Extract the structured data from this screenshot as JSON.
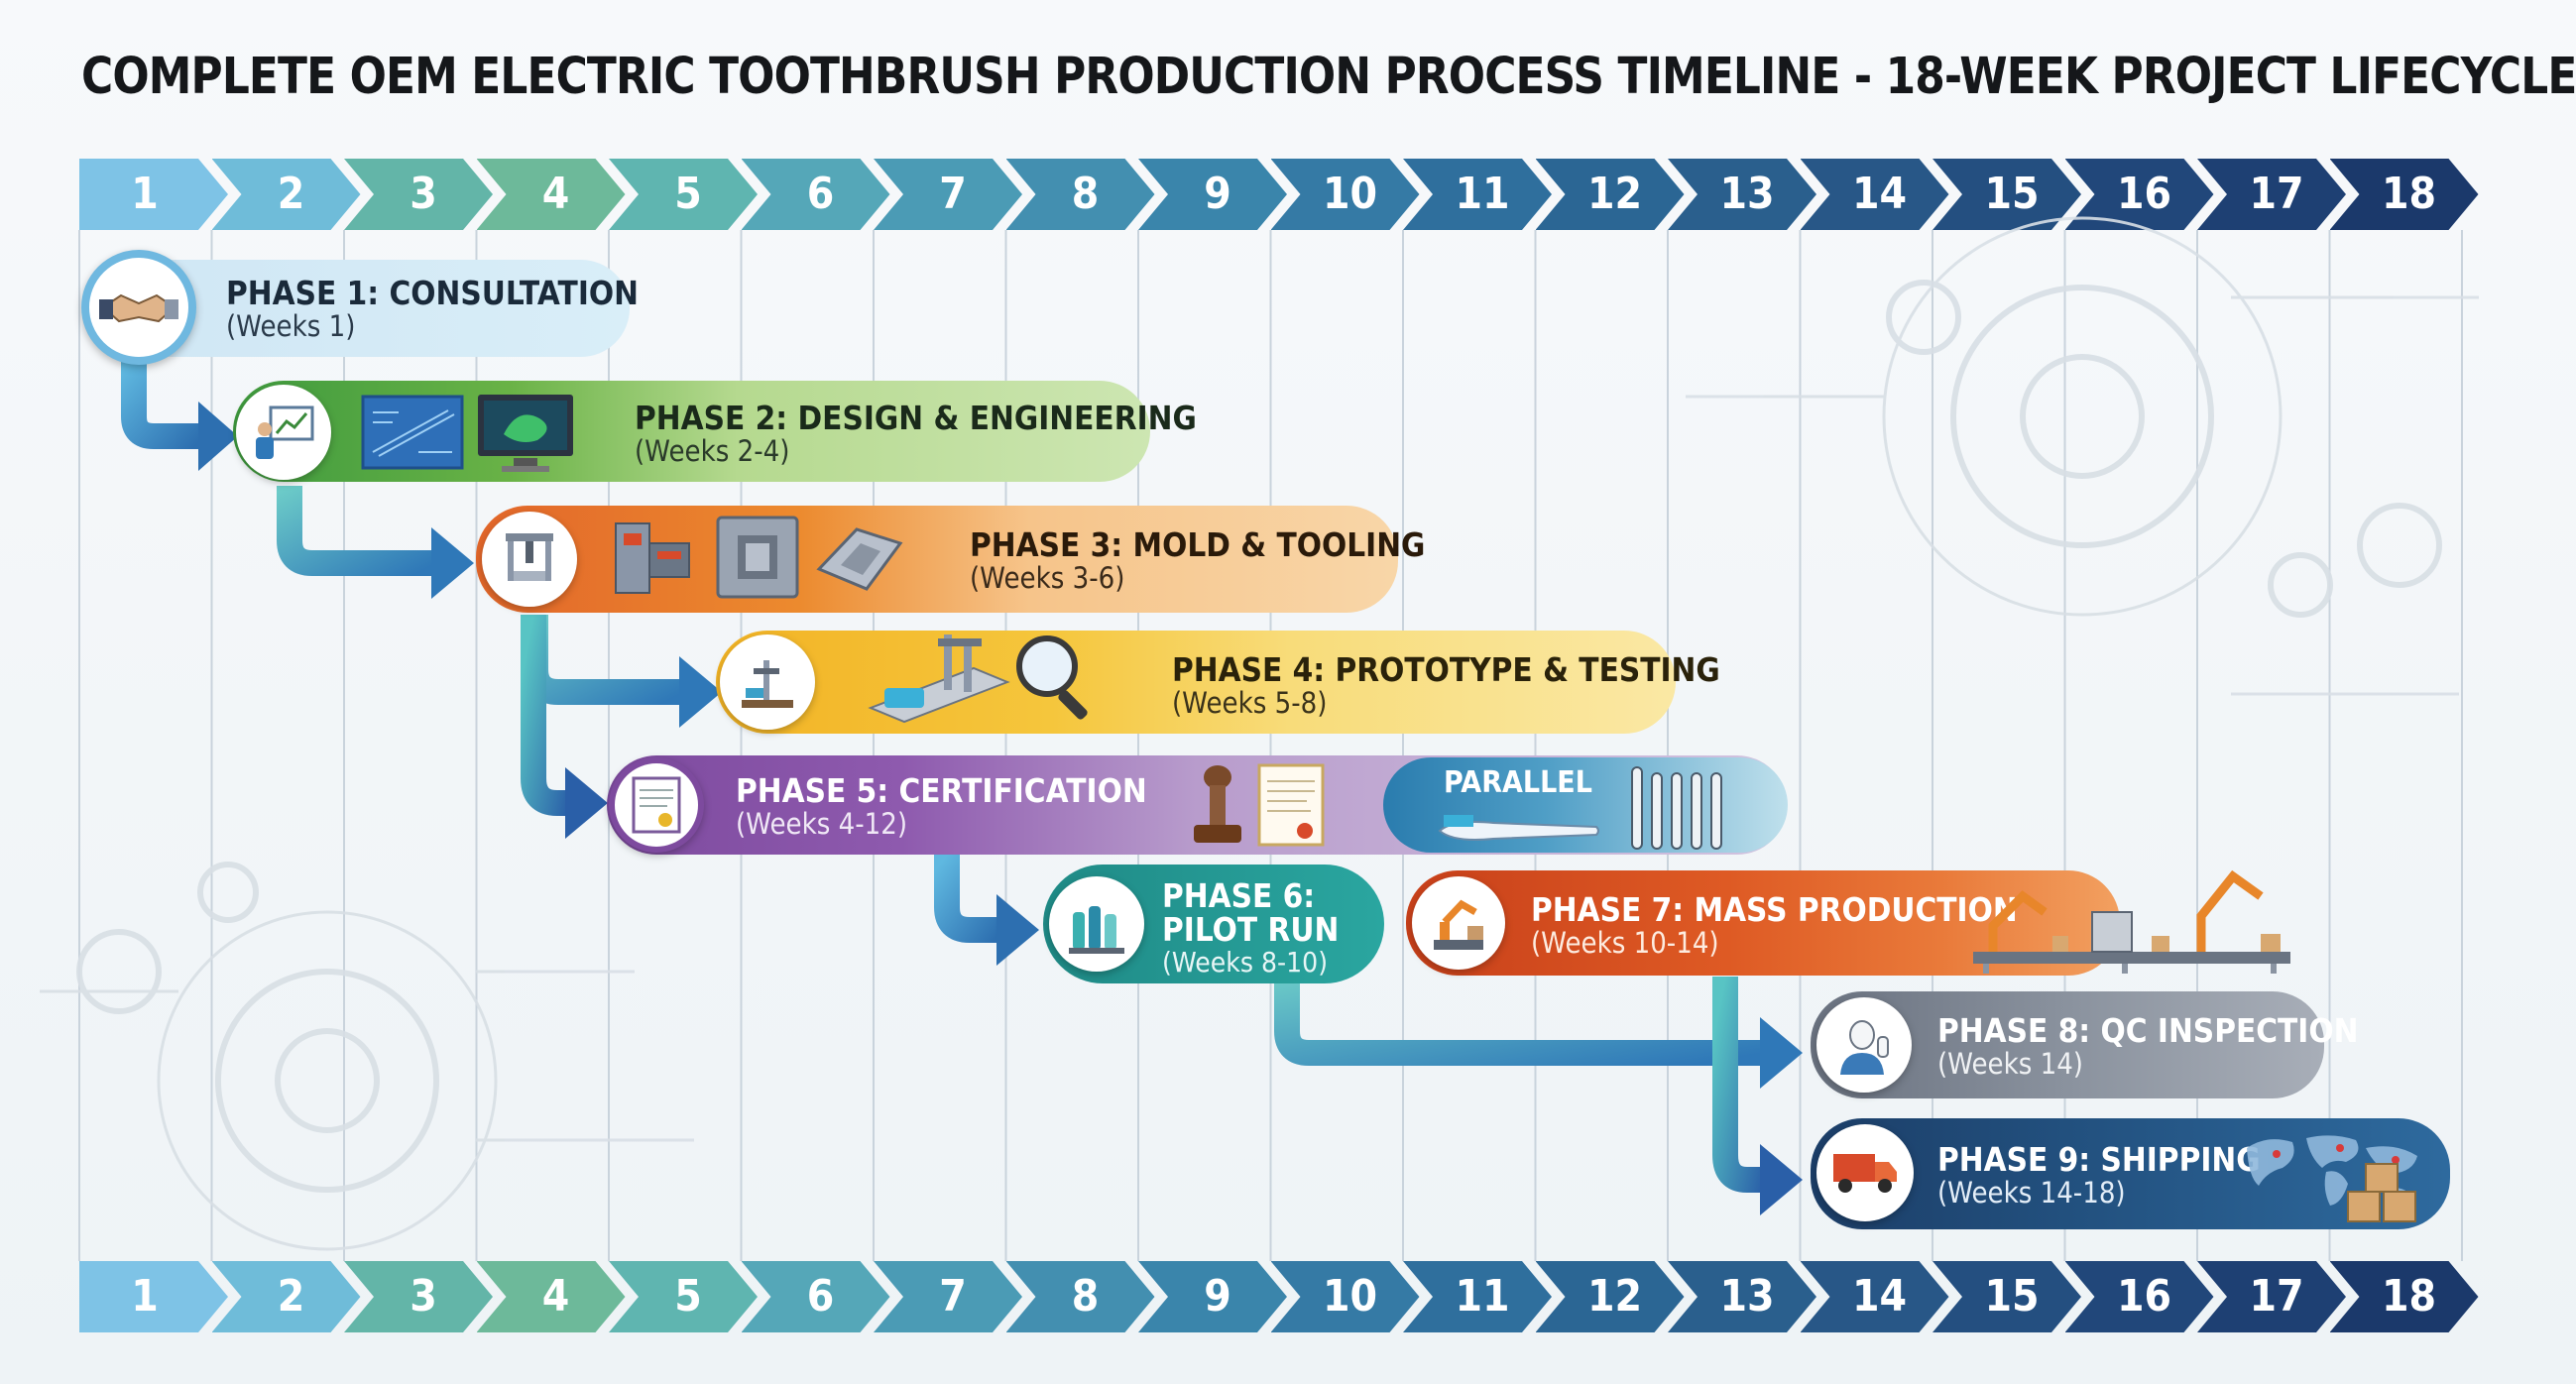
{
  "title": "COMPLETE OEM ELECTRIC TOOTHBRUSH PRODUCTION PROCESS TIMELINE - 18-WEEK PROJECT LIFECYCLE",
  "weeks": [
    "1",
    "2",
    "3",
    "4",
    "5",
    "6",
    "7",
    "8",
    "9",
    "10",
    "11",
    "12",
    "13",
    "14",
    "15",
    "16",
    "17",
    "18"
  ],
  "week_colors": [
    "#7ec3e6",
    "#6fbcd9",
    "#63b5a8",
    "#6db99a",
    "#5fb5b0",
    "#55a7b8",
    "#4b9bb5",
    "#438fb0",
    "#3a85ab",
    "#357aa5",
    "#2f6f9d",
    "#2b6694",
    "#2a5f8d",
    "#285787",
    "#244f80",
    "#21477a",
    "#1e4073",
    "#1b396b"
  ],
  "phases": [
    {
      "id": "consultation",
      "title": "PHASE 1: CONSULTATION",
      "weeks": "(Weeks 1)",
      "icons": [
        "handshake-icon"
      ]
    },
    {
      "id": "design",
      "title": "PHASE 2: DESIGN & ENGINEERING",
      "weeks": "(Weeks 2-4)",
      "icons": [
        "engineer-whiteboard-icon",
        "blueprint-icon",
        "cad-monitor-icon"
      ]
    },
    {
      "id": "mold",
      "title": "PHASE 3: MOLD & TOOLING",
      "weeks": "(Weeks 3-6)",
      "icons": [
        "cnc-machine-icon",
        "injection-machine-icon",
        "mold-block-icon",
        "mold-part-icon"
      ]
    },
    {
      "id": "prototype",
      "title": "PHASE 4: PROTOTYPE & TESTING",
      "weeks": "(Weeks 5-8)",
      "icons": [
        "test-rig-icon",
        "test-bench-icon",
        "magnifier-icon"
      ]
    },
    {
      "id": "certification",
      "title": "PHASE 5: CERTIFICATION",
      "weeks": "(Weeks 4-12)",
      "parallel": "PARALLEL",
      "icons": [
        "certificate-doc-icon",
        "stamp-icon",
        "certificate-icon",
        "toothbrush-icon",
        "toothbrush-row-icon"
      ]
    },
    {
      "id": "pilot",
      "title_line1": "PHASE 6:",
      "title_line2": "PILOT RUN",
      "weeks": "(Weeks 8-10)",
      "icons": [
        "bottles-icon"
      ]
    },
    {
      "id": "mass",
      "title": "PHASE 7: MASS PRODUCTION",
      "weeks": "(Weeks 10-14)",
      "icons": [
        "robot-arm-icon",
        "assembly-line-icon"
      ]
    },
    {
      "id": "qc",
      "title": "PHASE 8: QC INSPECTION",
      "weeks": "(Weeks 14)",
      "icons": [
        "inspector-icon"
      ]
    },
    {
      "id": "shipping",
      "title": "PHASE 9: SHIPPING",
      "weeks": "(Weeks 14-18)",
      "icons": [
        "truck-icon",
        "world-map-icon",
        "boxes-icon"
      ]
    }
  ]
}
